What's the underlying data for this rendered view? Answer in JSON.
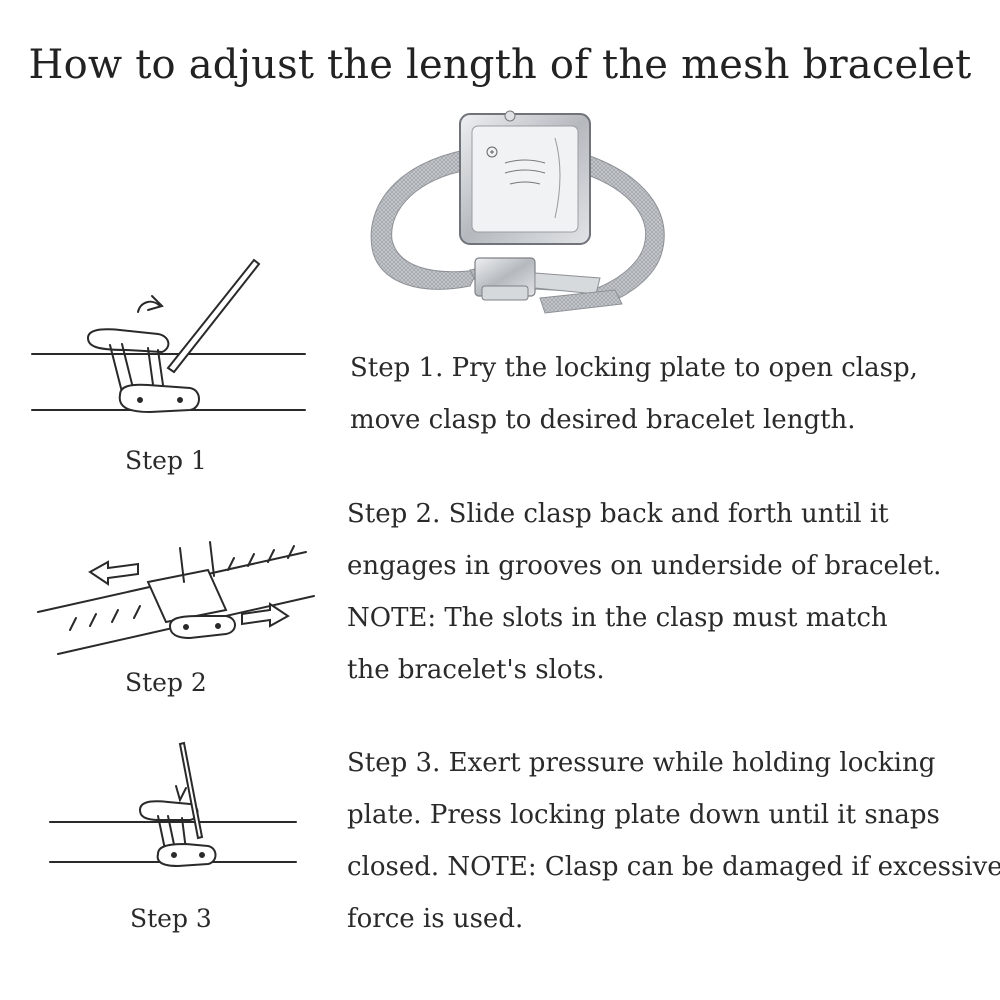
{
  "title": "How to adjust the length of the mesh bracelet",
  "steps": [
    {
      "label": "Step 1",
      "lines": [
        "Step 1. Pry the locking plate to open clasp,",
        "move clasp to desired bracelet length."
      ]
    },
    {
      "label": "Step 2",
      "lines": [
        "Step  2.  Slide clasp back and forth until it",
        "engages in grooves on underside of bracelet.",
        "NOTE: The slots in the clasp must match",
        "the bracelet's slots."
      ]
    },
    {
      "label": "Step 3",
      "lines": [
        "Step 3. Exert pressure while holding locking",
        "plate. Press locking plate down until it snaps",
        "closed. NOTE: Clasp can be damaged if excessive",
        "force is used."
      ]
    }
  ],
  "colors": {
    "ink": "#2a2a2a",
    "steel": "#b9bcc0",
    "steel_dark": "#8d9196"
  }
}
